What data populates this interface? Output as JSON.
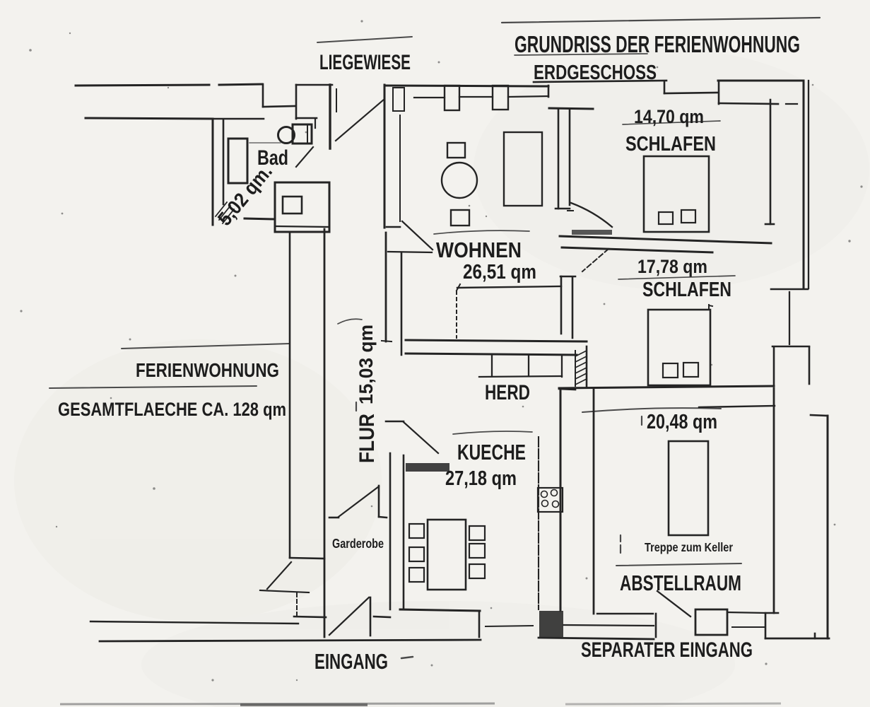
{
  "document": {
    "kind": "scanned floor plan",
    "language": "de"
  },
  "title": "GRUNDRISS DER FERIENWOHNUNG",
  "subtitle": "ERDGESCHOSS",
  "site": {
    "lawn_label": "LIEGEWIESE",
    "apartment_label": "FERIENWOHNUNG",
    "total_area_label": "GESAMTFLAECHE CA. 128 qm",
    "entrance_label": "EINGANG",
    "separate_entrance_label": "SEPARATER EINGANG"
  },
  "rooms": [
    {
      "id": "bad",
      "name": "Bad",
      "area": "5,02 qm."
    },
    {
      "id": "wohnen",
      "name": "WOHNEN",
      "area": "26,51 qm"
    },
    {
      "id": "schlafen-1",
      "name": "SCHLAFEN",
      "area": "14,70 qm"
    },
    {
      "id": "schlafen-2",
      "name": "SCHLAFEN",
      "area": "17,78 qm"
    },
    {
      "id": "flur",
      "name": "FLUR",
      "area": "15,03 qm"
    },
    {
      "id": "kueche",
      "name": "KUECHE",
      "area": "27,18 qm"
    },
    {
      "id": "abstellraum",
      "name": "ABSTELLRAUM",
      "area": "20,48 qm"
    }
  ],
  "annotations": {
    "stove": "HERD",
    "wardrobe": "Garderobe",
    "stairs_to_basement": "Treppe zum Keller"
  },
  "colors": {
    "paper": "#f3f2ee",
    "ink": "#242424",
    "ink_light": "#4a4a4a"
  }
}
